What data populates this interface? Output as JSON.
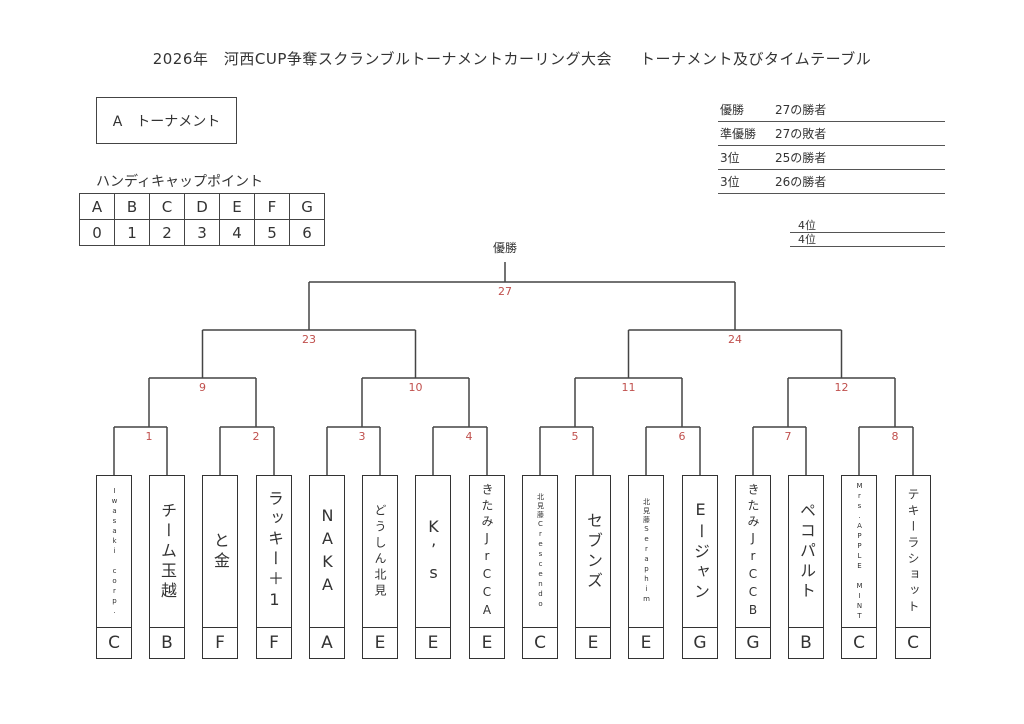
{
  "title": {
    "part1": "2026年　河西CUP争奪スクランブルトーナメントカーリング大会",
    "part2": "トーナメント及びタイムテーブル"
  },
  "tournament_label": "A　トーナメント",
  "handicap": {
    "label": "ハンディキャップポイント",
    "letters": [
      "A",
      "B",
      "C",
      "D",
      "E",
      "F",
      "G"
    ],
    "points": [
      "0",
      "1",
      "2",
      "3",
      "4",
      "5",
      "6"
    ]
  },
  "results": [
    {
      "place": "優勝",
      "desc": "27の勝者"
    },
    {
      "place": "準優勝",
      "desc": "27の敗者"
    },
    {
      "place": "3位",
      "desc": "25の勝者"
    },
    {
      "place": "3位",
      "desc": "26の勝者"
    }
  ],
  "fourth": [
    "4位",
    "4位"
  ],
  "champion_label": "優勝",
  "matches": {
    "r1": [
      "1",
      "2",
      "3",
      "4",
      "5",
      "6",
      "7",
      "8"
    ],
    "r2": [
      "9",
      "10",
      "11",
      "12"
    ],
    "r3": [
      "23",
      "24"
    ],
    "final": "27"
  },
  "teams": [
    {
      "name": "Iwasaki corp.",
      "hc": "C",
      "size": "s"
    },
    {
      "name": "チーム玉越",
      "hc": "B",
      "size": "l"
    },
    {
      "name": "と金",
      "hc": "F",
      "size": "l"
    },
    {
      "name": "ラッキー＋1",
      "hc": "F",
      "size": "l"
    },
    {
      "name": "NAKA",
      "hc": "A",
      "size": "l"
    },
    {
      "name": "どうしん北見",
      "hc": "E",
      "size": "m"
    },
    {
      "name": "K’s",
      "hc": "E",
      "size": "l"
    },
    {
      "name": "きたみJrCCA",
      "hc": "E",
      "size": "m"
    },
    {
      "name": "北見藤Crescendo",
      "hc": "C",
      "size": "s"
    },
    {
      "name": "セブンズ",
      "hc": "E",
      "size": "l"
    },
    {
      "name": "北見藤Seraphim",
      "hc": "E",
      "size": "s"
    },
    {
      "name": "Eージャン",
      "hc": "G",
      "size": "l"
    },
    {
      "name": "きたみJrCCB",
      "hc": "G",
      "size": "m"
    },
    {
      "name": "ペコパルト",
      "hc": "B",
      "size": "l"
    },
    {
      "name": "Mrs.APPLE MINT",
      "hc": "C",
      "size": "s"
    },
    {
      "name": "テキーラショット",
      "hc": "C",
      "size": "m"
    }
  ]
}
